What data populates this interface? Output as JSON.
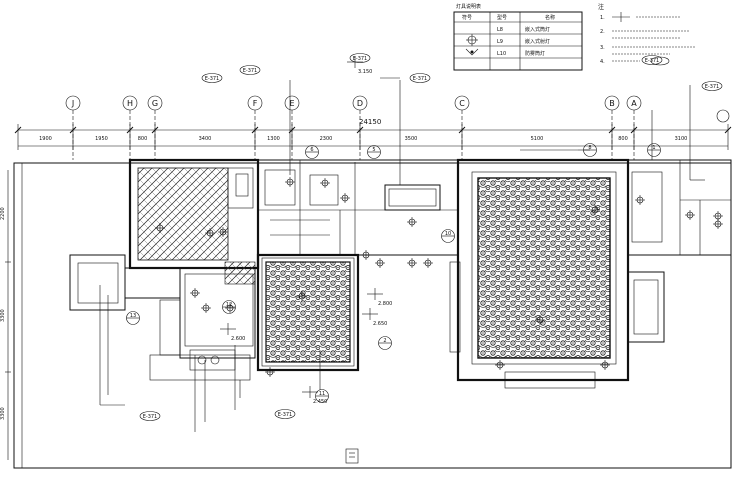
{
  "grid_axes": [
    "J",
    "H",
    "G",
    "F",
    "E",
    "D",
    "C",
    "B",
    "A"
  ],
  "dimensions": {
    "segments": [
      "1900",
      "1950",
      "800",
      "3400",
      "1300",
      "2300",
      "3500",
      "5100",
      "800",
      "3100"
    ],
    "total": "24150"
  },
  "legend": {
    "title": "灯具说明表",
    "headers": [
      "符号",
      "型号",
      "名称"
    ],
    "rows": [
      {
        "code": "L8",
        "name": "嵌入式筒灯"
      },
      {
        "code": "L9",
        "name": "嵌入式射灯"
      },
      {
        "code": "L10",
        "name": "防雾筒灯"
      }
    ]
  },
  "notes": {
    "title": "注",
    "items": [
      "1.",
      "2.",
      "3.",
      "4."
    ]
  },
  "elevations": [
    "3.150",
    "2.800",
    "2.650",
    "2.600",
    "2.450"
  ],
  "tags": [
    "E-371",
    "E-371",
    "E-371",
    "E-371",
    "E-371",
    "E-371",
    "E-371",
    "E-371"
  ],
  "callouts": [
    "6",
    "5",
    "8",
    "1",
    "2",
    "11",
    "12",
    "10",
    "13"
  ]
}
